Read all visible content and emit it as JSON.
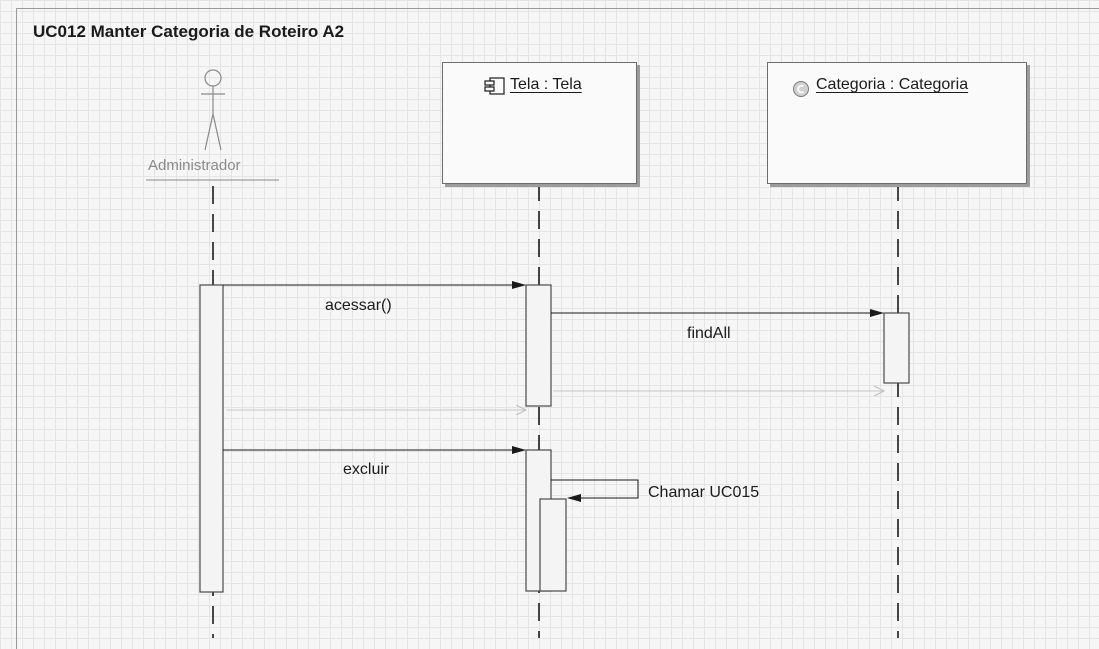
{
  "diagram": {
    "title": "UC012 Manter Categoria de Roteiro A2",
    "lifelines": {
      "actor": {
        "name": "Administrador",
        "icon": "stick-figure-actor-icon"
      },
      "tela": {
        "name": "Tela : Tela",
        "icon": "component-icon"
      },
      "categoria": {
        "name": "Categoria : Categoria",
        "icon": "class-icon"
      }
    },
    "messages": {
      "acessar": "acessar()",
      "findall": "findAll",
      "excluir": "excluir",
      "chamar": "Chamar UC015"
    },
    "colors": {
      "background": "#f6f6f6",
      "line": "#1a1a1a",
      "return_line": "#c8c8c8"
    }
  }
}
